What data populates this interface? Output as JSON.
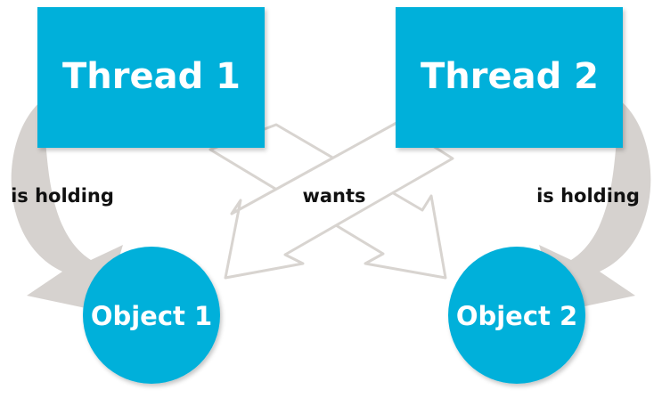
{
  "nodes": {
    "thread1": "Thread 1",
    "thread2": "Thread 2",
    "object1": "Object 1",
    "object2": "Object 2"
  },
  "edges": {
    "thread1_object1": "is holding",
    "thread2_object2": "is holding",
    "cross": "wants"
  },
  "colors": {
    "node_fill": "#00b0da",
    "node_text": "#ffffff",
    "holding_arrow": "#d6d2cf",
    "wants_arrow_stroke": "#d8d4d0",
    "label_text": "#111111"
  }
}
